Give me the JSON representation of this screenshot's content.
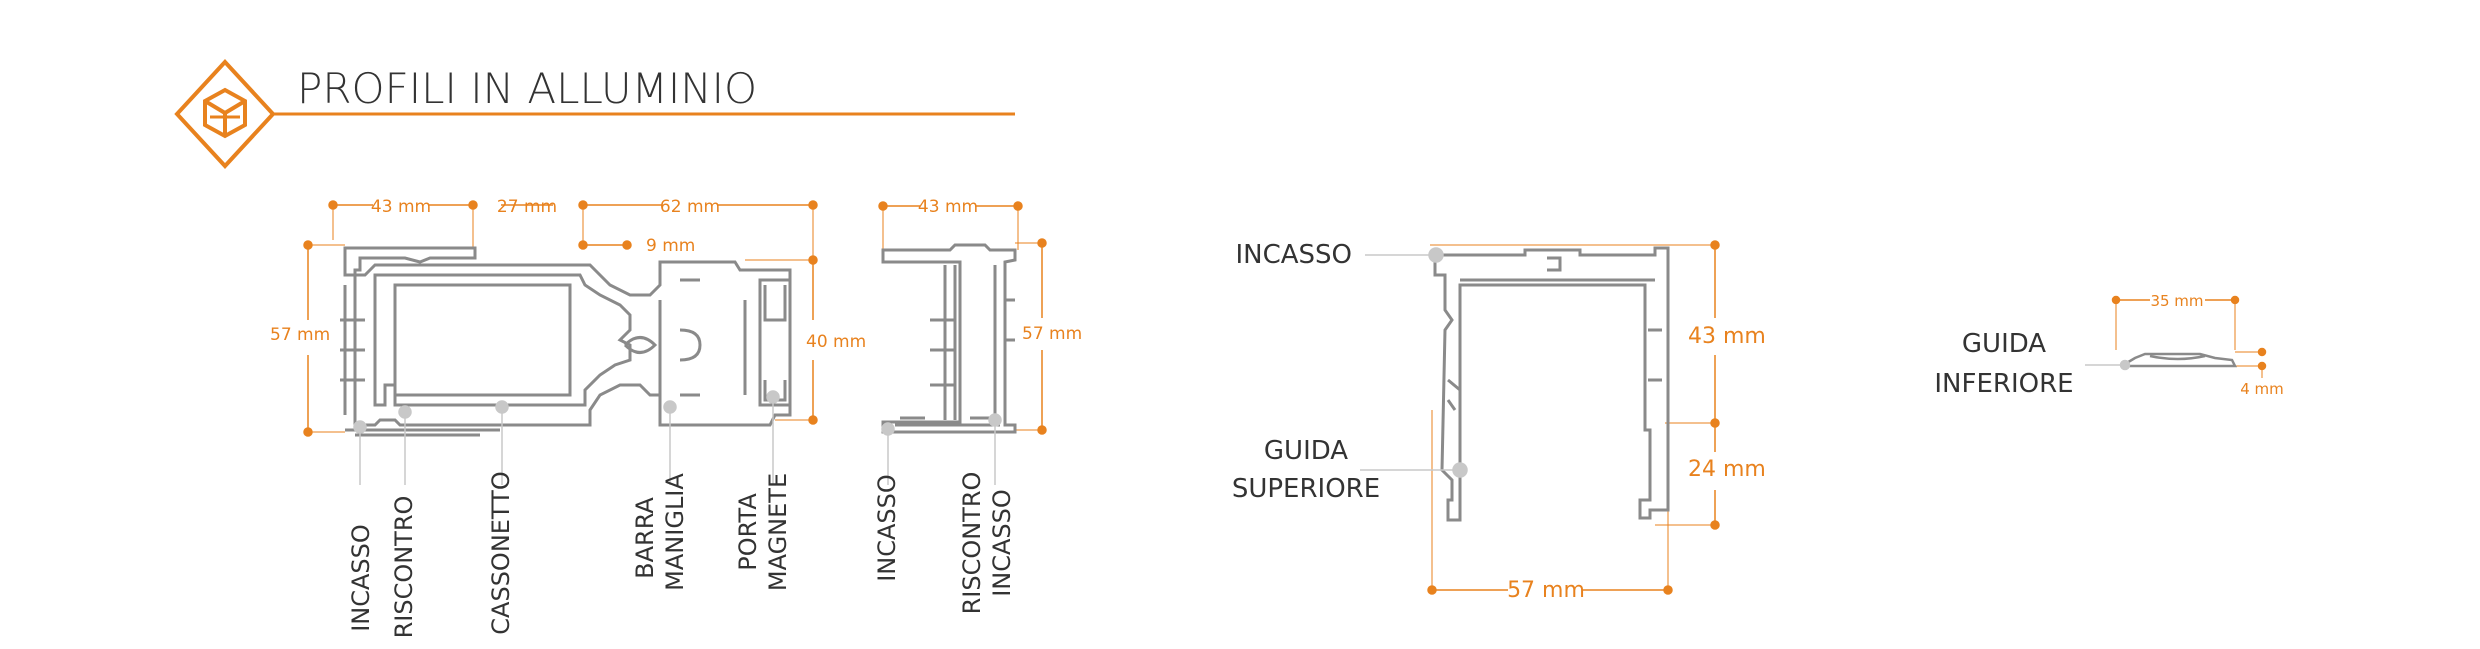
{
  "header": {
    "title": "PROFILI IN ALLUMINIO",
    "accent_color": "#e8821e",
    "icon": "cube-icon"
  },
  "colors": {
    "accent": "#e8821e",
    "profile_stroke": "#8a8a8a",
    "label_text": "#333333",
    "marker": "#c8c8c8"
  },
  "diagram_left": {
    "dimensions": {
      "w1": "43 mm",
      "w2": "27 mm",
      "w3": "62 mm",
      "w4": "9 mm",
      "h_left": "57 mm",
      "h_right": "40 mm"
    },
    "labels": {
      "incasso": "INCASSO",
      "riscontro": "RISCONTRO",
      "cassonetto": "CASSONETTO",
      "barra_1": "BARRA",
      "barra_2": "MANIGLIA",
      "porta_1": "PORTA",
      "porta_2": "MAGNETE"
    }
  },
  "diagram_middle": {
    "dimensions": {
      "width": "43 mm",
      "height": "57 mm"
    },
    "labels": {
      "incasso": "INCASSO",
      "riscontro_1": "RISCONTRO",
      "riscontro_2": "INCASSO"
    }
  },
  "diagram_guides": {
    "labels": {
      "incasso": "INCASSO",
      "guida_sup_1": "GUIDA",
      "guida_sup_2": "SUPERIORE"
    },
    "dimensions": {
      "h1": "43 mm",
      "h2": "24 mm",
      "width": "57 mm"
    }
  },
  "diagram_lower": {
    "labels": {
      "guida_1": "GUIDA",
      "guida_2": "INFERIORE"
    },
    "dimensions": {
      "width": "35 mm",
      "height": "4 mm"
    }
  }
}
